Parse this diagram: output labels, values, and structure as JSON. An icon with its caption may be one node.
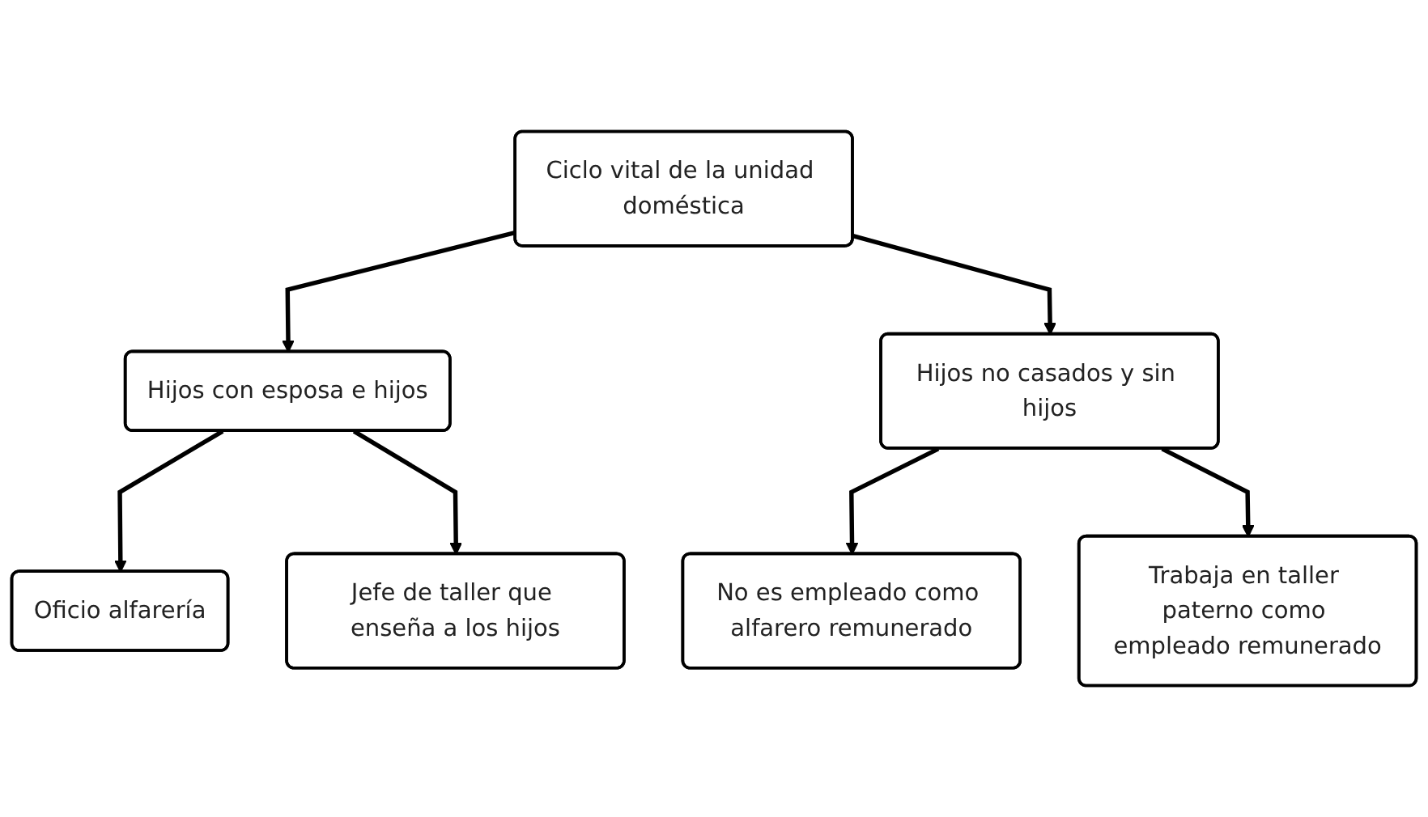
{
  "diagram": {
    "nodes": [
      {
        "text": [
          "Ciclo vital de la unidad doméstica"
        ]
      },
      {
        "text": [
          "Hijos con esposa e hijos"
        ]
      },
      {
        "text": [
          "Hijos no casados y sin hijos"
        ]
      },
      {
        "text": [
          "Oficio alfarería"
        ]
      },
      {
        "text": [
          "Jefe de taller que enseña a los hijos"
        ]
      },
      {
        "text": [
          "No es empleado como alfarero remunerado"
        ]
      },
      {
        "text": [
          "Trabaja en taller paterno como empleado remunerado"
        ]
      }
    ],
    "edges": [
      {
        "from": 0,
        "to": 1,
        "arrow": "to"
      },
      {
        "from": 0,
        "to": 2,
        "arrow": "to"
      },
      {
        "from": 1,
        "to": 3,
        "arrow": "to"
      },
      {
        "from": 1,
        "to": 4,
        "arrow": "to"
      },
      {
        "from": 2,
        "to": 5,
        "arrow": "to"
      },
      {
        "from": 2,
        "to": 6,
        "arrow": "to"
      }
    ]
  }
}
